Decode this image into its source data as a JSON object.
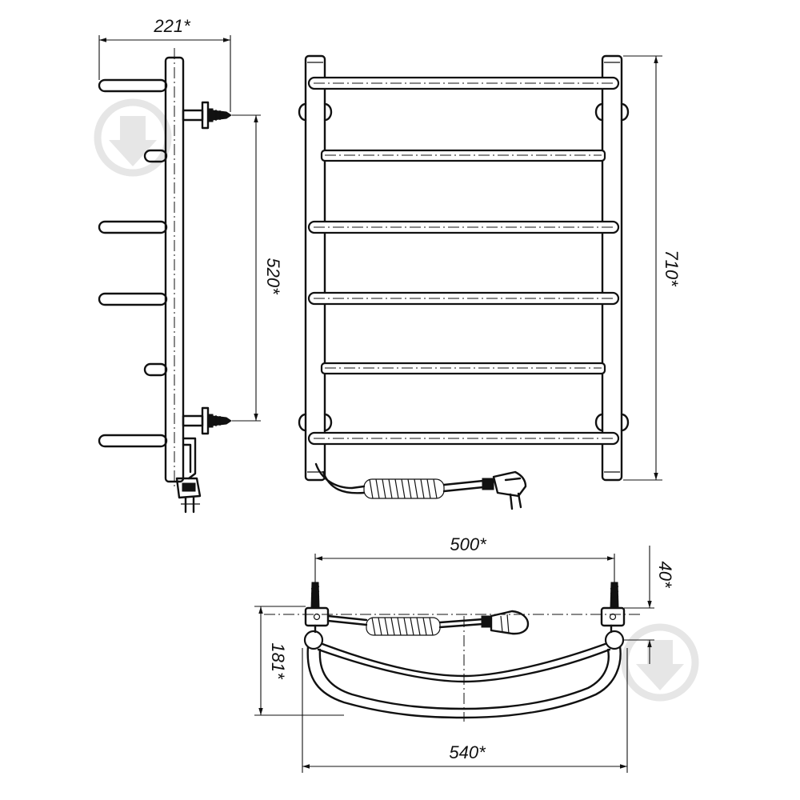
{
  "dimensions": {
    "side_depth": "221*",
    "mount_spacing": "520*",
    "height": "710*",
    "mount_width": "500*",
    "wall_gap": "40*",
    "top_depth": "181*",
    "width": "540*"
  },
  "colors": {
    "line": "#111111",
    "watermark": "#e6e6e6",
    "background": "#ffffff"
  },
  "watermark_icon": "down-arrow-circle-icon"
}
